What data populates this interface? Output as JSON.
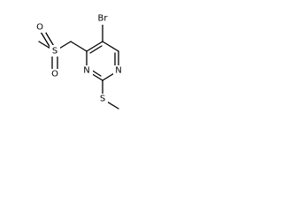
{
  "molecule": {
    "atoms": {
      "bromine": "Br",
      "sulfonyl_sulfur": "S",
      "sulfonyl_oxygen_upper": "O",
      "sulfonyl_oxygen_lower": "O",
      "ring_nitrogen_3": "N",
      "ring_nitrogen_1": "N",
      "thioether_sulfur": "S"
    }
  }
}
